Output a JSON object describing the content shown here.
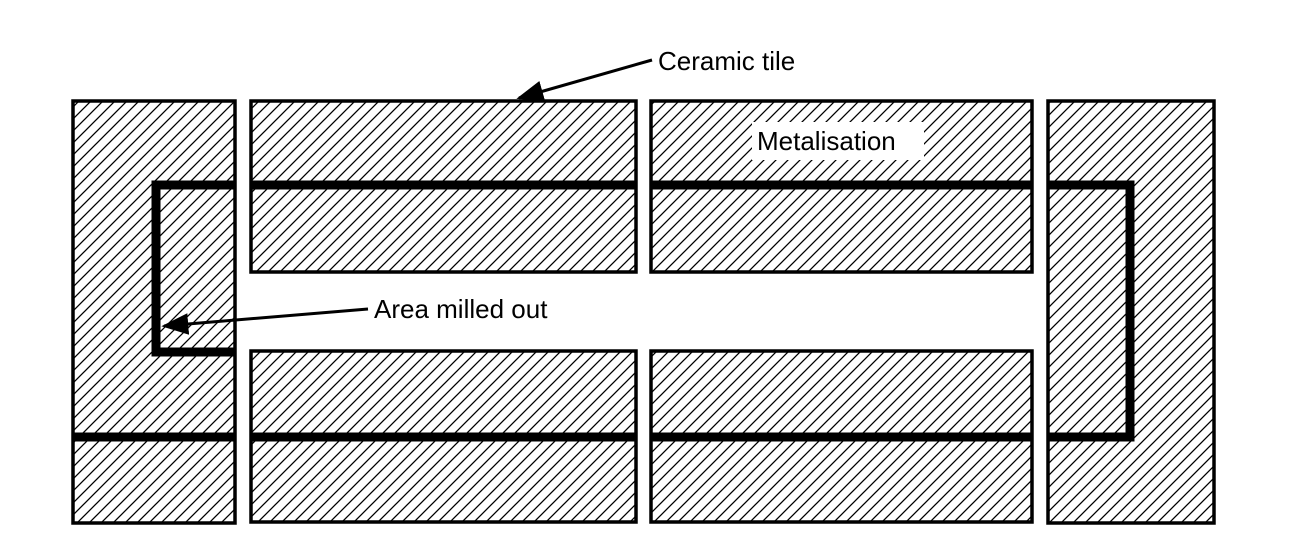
{
  "labels": {
    "ceramic_tile": "Ceramic tile",
    "metalisation": "Metalisation",
    "area_milled_out": "Area milled out"
  },
  "colors": {
    "hatch": "#000000",
    "outline": "#000000",
    "background": "#ffffff",
    "milled_gap": "#ffffff"
  }
}
